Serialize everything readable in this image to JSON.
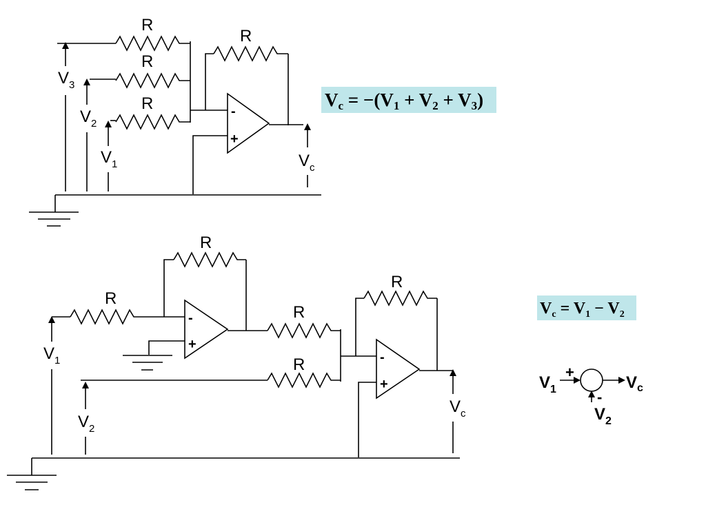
{
  "labels": {
    "r": "R",
    "v": "V",
    "n1": "1",
    "n2": "2",
    "n3": "3",
    "c": "c",
    "minus": "-",
    "plus": "+"
  },
  "equation_top": {
    "v": "V",
    "c": "c",
    "op_open": " = −(",
    "n1": "1",
    "plus": " + ",
    "n2": "2",
    "n3": "3",
    "close": ")"
  },
  "equation_bottom": {
    "v": "V",
    "c": "c",
    "eq": " = ",
    "n1": "1",
    "minus": " − ",
    "n2": "2"
  },
  "colors": {
    "box": "#bfe6ea",
    "ink": "#000000",
    "background": "#ffffff"
  }
}
